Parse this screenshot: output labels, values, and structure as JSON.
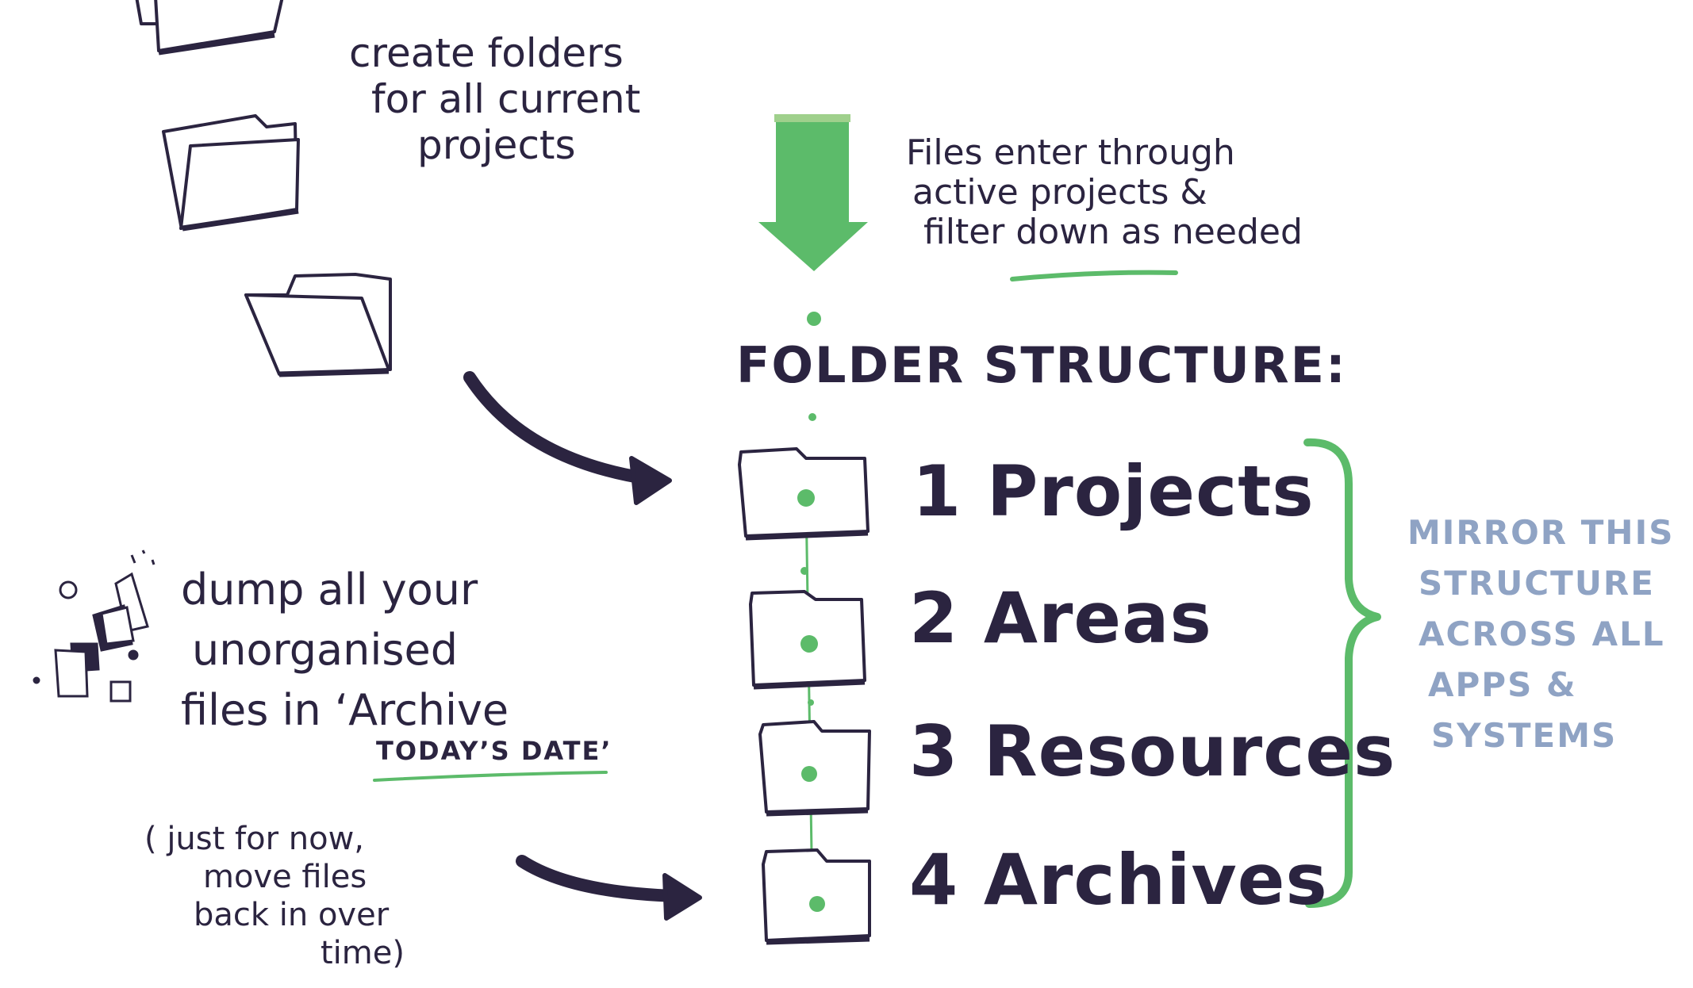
{
  "notes": {
    "create_folders": [
      "create folders",
      "for all current",
      "projects"
    ],
    "files_enter": [
      "Files enter through",
      "active projects &",
      "filter down as needed"
    ],
    "dump_files": [
      "dump all your",
      "unorganised",
      "files in ‘Archive"
    ],
    "todays_date": "TODAY’S DATE’",
    "just_for_now": [
      "( just for now,",
      "move files",
      "back in over",
      "time)"
    ]
  },
  "structure": {
    "title": "FOLDER STRUCTURE:",
    "items": [
      {
        "number": "1",
        "name": "Projects"
      },
      {
        "number": "2",
        "name": "Areas"
      },
      {
        "number": "3",
        "name": "Resources"
      },
      {
        "number": "4",
        "name": "Archives"
      }
    ]
  },
  "mirror_note": [
    "MIRROR THIS",
    "STRUCTURE",
    "ACROSS ALL",
    "APPS &",
    "SYSTEMS"
  ],
  "colors": {
    "ink": "#2b2440",
    "accent_green": "#5cbb6a",
    "mirror_text": "#8fa3c4"
  },
  "icons": [
    "folder-icon",
    "down-arrow-icon",
    "curved-arrow-icon",
    "curly-brace-icon",
    "scattered-papers-icon"
  ]
}
